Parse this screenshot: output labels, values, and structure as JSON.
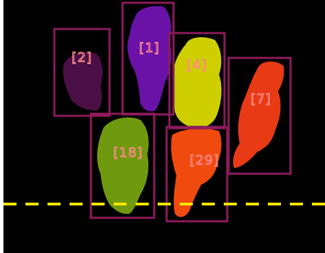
{
  "scene": {
    "background_color": "#000000",
    "box_color": "#8e1b5c",
    "label_color": "#ff8a8a",
    "line_color": "#ffe600"
  },
  "tracks": [
    {
      "id": "2",
      "label": "[2]",
      "color": "#4a0f44"
    },
    {
      "id": "1",
      "label": "[1]",
      "color": "#6a12a8"
    },
    {
      "id": "4",
      "label": "[4]",
      "color": "#cfcf00"
    },
    {
      "id": "7",
      "label": "[7]",
      "color": "#e83a14"
    },
    {
      "id": "18",
      "label": "[18]",
      "color": "#6f9a0f"
    },
    {
      "id": "29",
      "label": "[29]",
      "color": "#f04a0e"
    }
  ]
}
